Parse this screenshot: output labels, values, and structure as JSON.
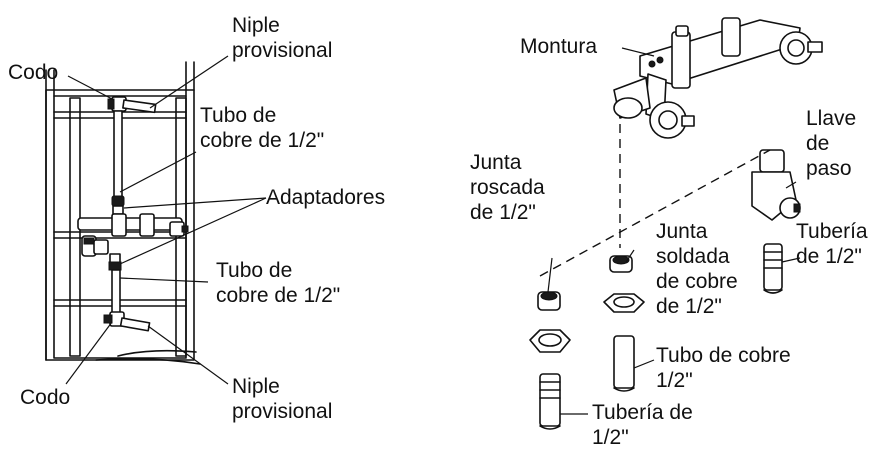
{
  "left": {
    "codo_top": "Codo",
    "niple_top": "Niple\nprovisional",
    "tubo_top": "Tubo de\ncobre de 1/2\"",
    "adaptadores": "Adaptadores",
    "tubo_bottom": "Tubo de\ncobre de 1/2\"",
    "codo_bottom": "Codo",
    "niple_bottom": "Niple\nprovisional"
  },
  "right": {
    "montura": "Montura",
    "llave": "Llave\nde\npaso",
    "junta_roscada": "Junta\nroscada\nde 1/2\"",
    "junta_soldada": "Junta\nsoldada\nde cobre\nde 1/2\"",
    "tuberia_right": "Tubería\nde 1/2\"",
    "tubo_cobre": "Tubo de cobre\n1/2\"",
    "tuberia_bottom": "Tubería de\n1/2\""
  }
}
